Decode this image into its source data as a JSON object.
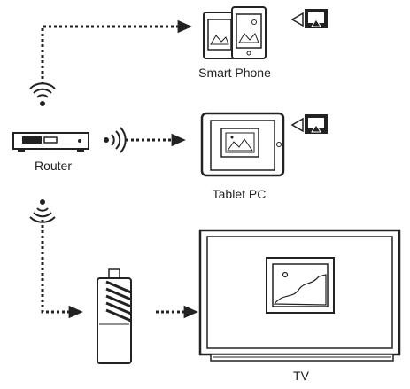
{
  "labels": {
    "smart_phone": "Smart Phone",
    "tablet_pc": "Tablet PC",
    "router": "Router",
    "tv": "TV"
  },
  "icons": {
    "phone_cast": "airplay-icon",
    "tablet_cast": "airplay-icon",
    "router_signal": "wifi-signal-icon"
  },
  "colors": {
    "line": "#222222",
    "fill": "#ffffff",
    "light_fill": "#e8e8e8"
  }
}
